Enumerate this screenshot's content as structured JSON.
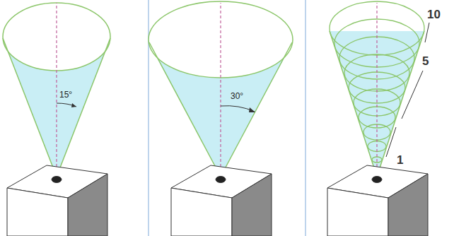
{
  "diagram": {
    "labels": [
      "15°",
      "30°",
      "10",
      "5",
      "1"
    ]
  }
}
